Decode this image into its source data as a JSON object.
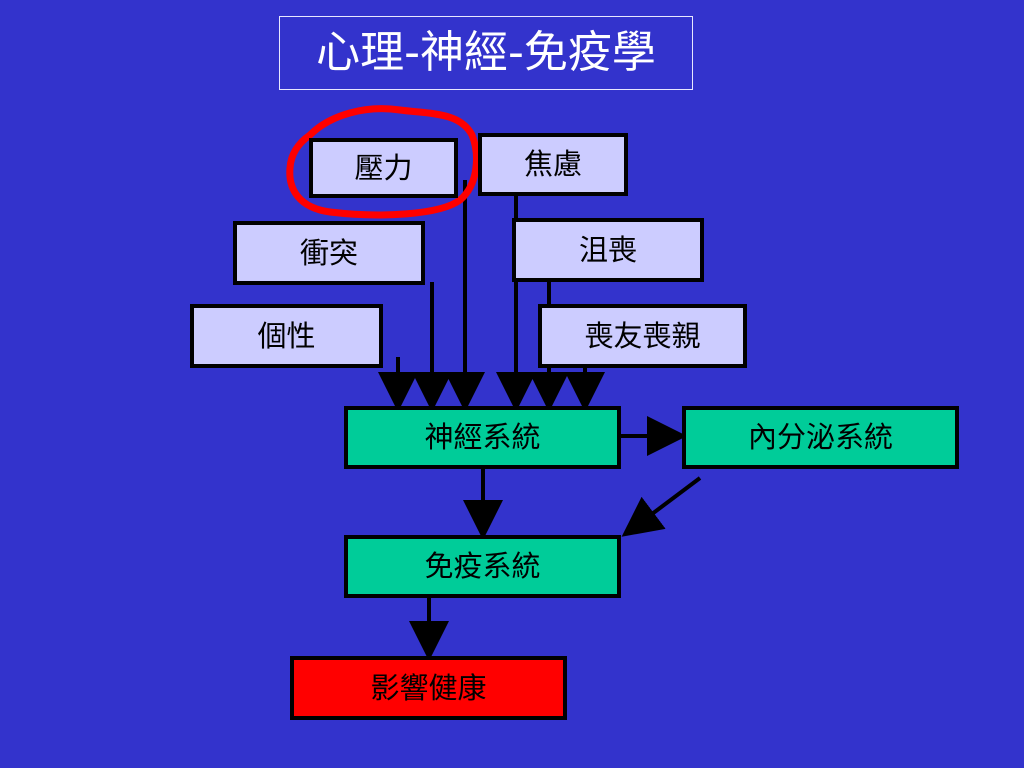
{
  "title": "心理-神經-免疫學",
  "factors": {
    "pressure": "壓力",
    "anxiety": "焦慮",
    "conflict": "衝突",
    "depression": "沮喪",
    "personality": "個性",
    "bereavement": "喪友喪親"
  },
  "systems": {
    "nervous": "神經系統",
    "endocrine": "內分泌系統",
    "immune": "免疫系統"
  },
  "outcome": "影響健康",
  "colors": {
    "background": "#3333cc",
    "factor_box": "#ccccff",
    "system_box": "#00cc99",
    "outcome_box": "#ff0000",
    "highlight_circle": "#ff0000"
  }
}
